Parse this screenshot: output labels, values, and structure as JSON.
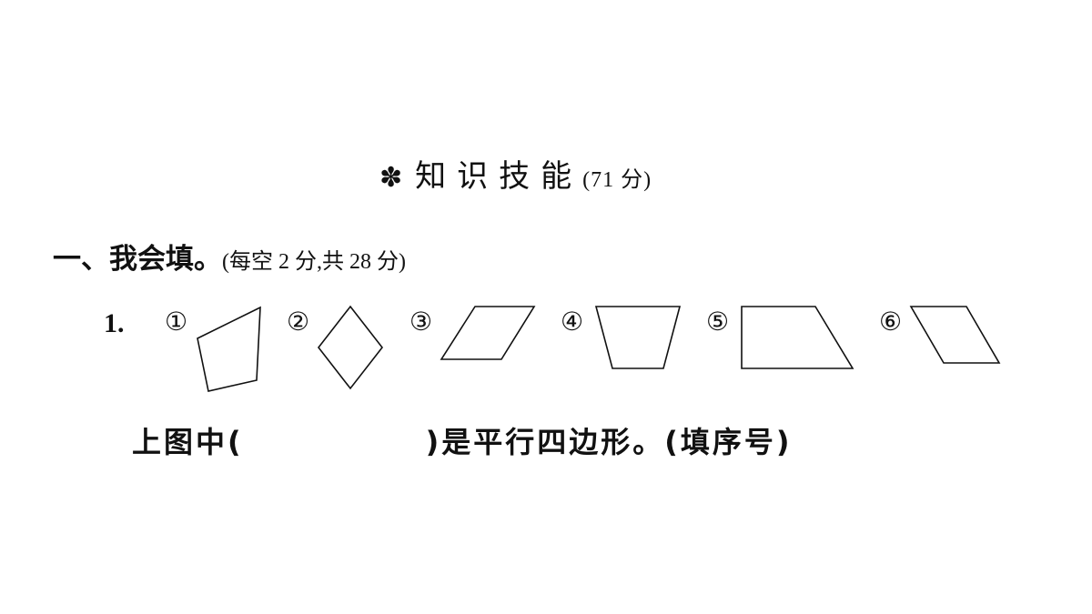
{
  "section": {
    "symbol": "✽",
    "title": "知识技能",
    "score": "(71 分)"
  },
  "heading": {
    "text": "一、我会填。",
    "note": "(每空 2 分,共 28 分)"
  },
  "question": {
    "number": "1.",
    "labels": [
      "①",
      "②",
      "③",
      "④",
      "⑤",
      "⑥"
    ],
    "shape_names": [
      "irregular quadrilateral",
      "rhombus",
      "parallelogram",
      "trapezoid",
      "right trapezoid",
      "parallelogram"
    ],
    "text_before": "上图中(",
    "text_after": ")是平行四边形。(填序号)"
  }
}
